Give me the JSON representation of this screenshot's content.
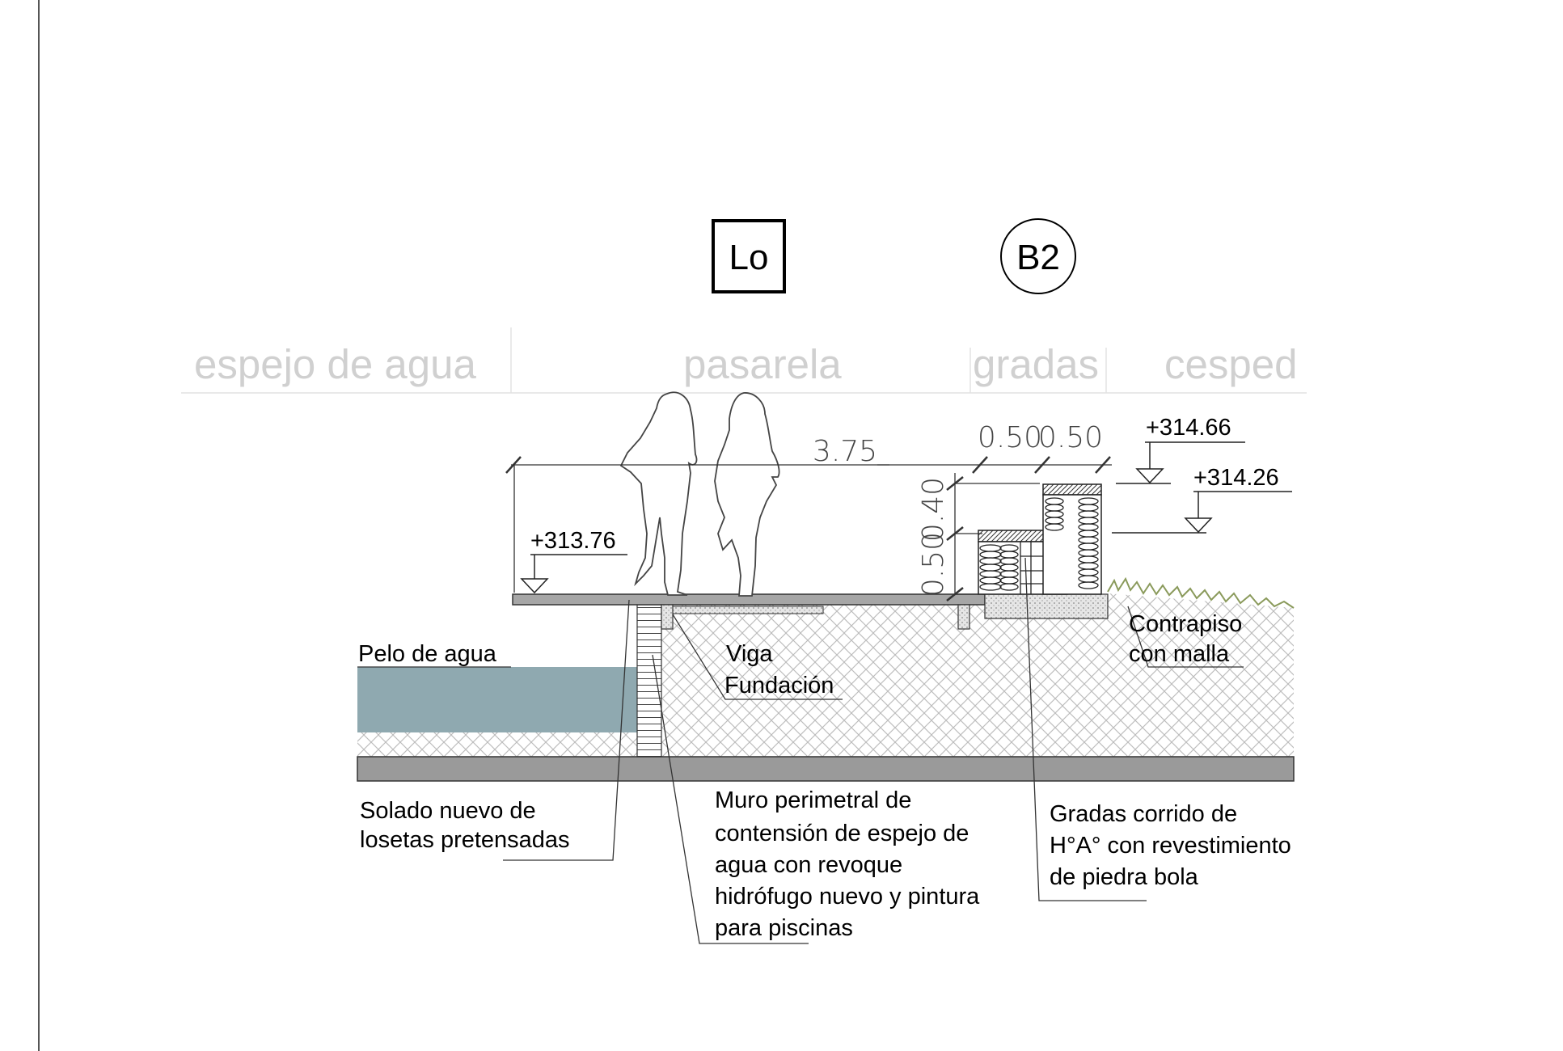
{
  "refs": {
    "square": "Lo",
    "circle": "B2"
  },
  "zones": {
    "water": "espejo de agua",
    "walkway": "pasarela",
    "steps": "gradas",
    "lawn": "cesped"
  },
  "dimensions": {
    "walkway_width": "3.75",
    "step_w1": "0.50",
    "step_w2": "0.50",
    "step_h1": "0.50",
    "step_h2": "0.40"
  },
  "levels": {
    "walkway": "+313.76",
    "step_top": "+314.66",
    "step_mid": "+314.26"
  },
  "labels": {
    "water_level": "Pelo de agua",
    "beam": [
      "Viga",
      "Fundación"
    ],
    "screed": [
      "Contrapiso",
      "con malla"
    ],
    "paving": [
      "Solado nuevo de",
      "losetas pretensadas"
    ],
    "wall": [
      "Muro perimetral de",
      "contensión de espejo de",
      "agua con revoque",
      "hidrófugo nuevo y pintura",
      "para piscinas"
    ],
    "steps_note": [
      "Gradas corrido de",
      "H°A° con revestimiento",
      "de piedra bola"
    ]
  },
  "colors": {
    "water": "#8fa9b0",
    "ground_band": "#9a9a9a",
    "grass": "#8a9a5b"
  }
}
